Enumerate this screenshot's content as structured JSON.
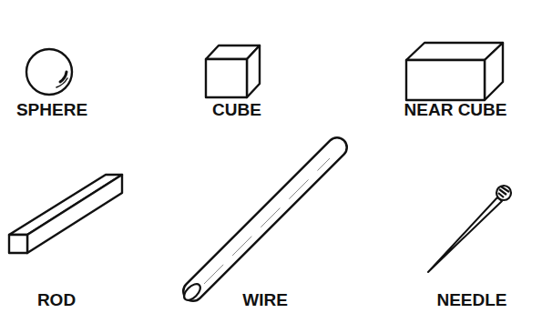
{
  "diagram": {
    "labels": [
      "SPHERE",
      "CUBE",
      "NEAR CUBE",
      "ROD",
      "WIRE",
      "NEEDLE"
    ]
  }
}
